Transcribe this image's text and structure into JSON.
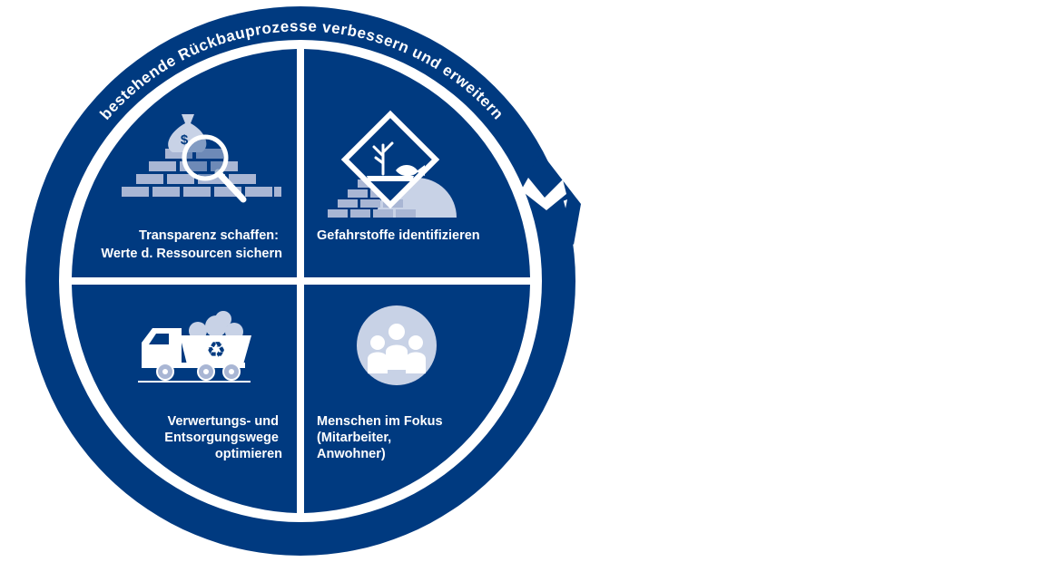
{
  "colors": {
    "navy": "#003a80",
    "light": "#c8d2e6",
    "mid": "#a9b6d4",
    "white": "#ffffff"
  },
  "ring": {
    "label": "bestehende  Rückbauprozesse verbessern und erweitern"
  },
  "quadrants": [
    {
      "id": "tl",
      "icon": "magnifier-money-bricks-icon",
      "lines": [
        "Transparenz schaffen:",
        "Werte d. Ressourcen sichern"
      ]
    },
    {
      "id": "tr",
      "icon": "hazard-environment-icon",
      "lines": [
        "Gefahrstoffe identifizieren"
      ]
    },
    {
      "id": "bl",
      "icon": "recycling-truck-icon",
      "lines": [
        "Verwertungs- und",
        "Entsorgungswege",
        "optimieren"
      ]
    },
    {
      "id": "br",
      "icon": "people-group-icon",
      "lines": [
        "Menschen im Fokus",
        "(Mitarbeiter,",
        "Anwohner)"
      ]
    }
  ]
}
